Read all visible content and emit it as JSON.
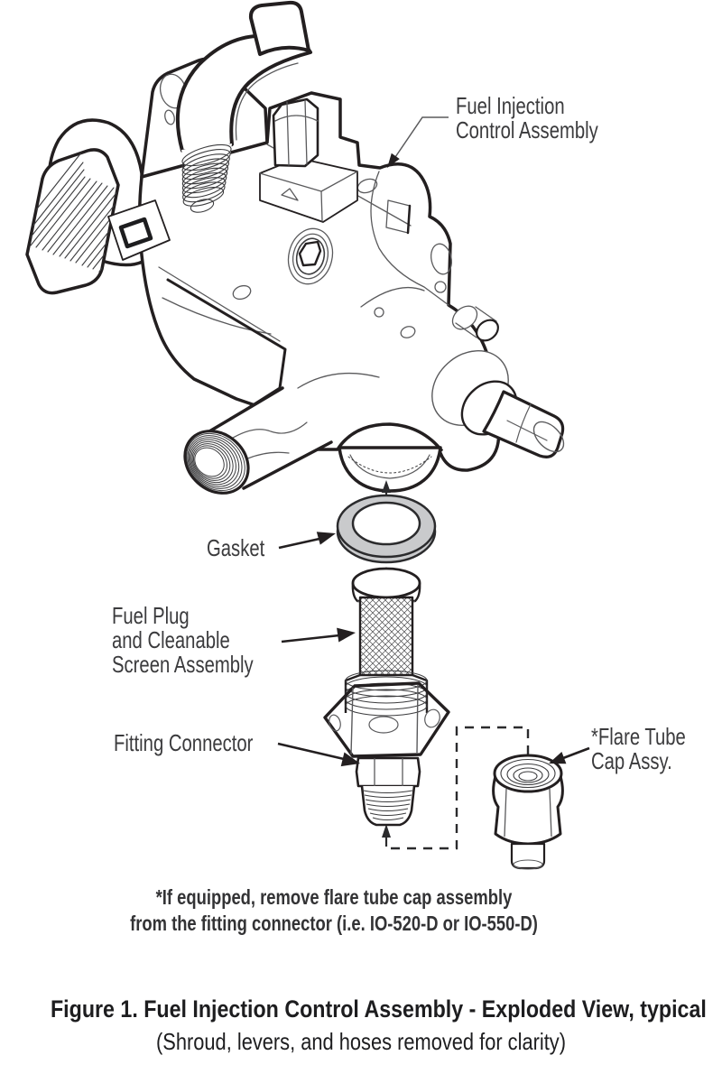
{
  "figure": {
    "labels": {
      "control_assembly": "Fuel Injection\nControl Assembly",
      "gasket": "Gasket",
      "fuel_plug_screen": "Fuel Plug\nand Cleanable\nScreen Assembly",
      "fitting_connector": "Fitting Connector",
      "flare_tube_cap": "*Flare Tube\nCap Assy."
    },
    "footnote": "*If equipped, remove flare tube cap assembly\nfrom the fitting connector (i.e. IO-520-D or IO-550-D)",
    "caption": {
      "title": "Figure 1.  Fuel Injection Control Assembly - Exploded View, typical",
      "subtitle": "(Shroud, levers, and hoses removed for clarity)"
    },
    "colors": {
      "line_art": "#231f20",
      "thin_line": "#5a5a5c",
      "gasket_fill": "#c9cacc",
      "label_text": "#3b3b3d"
    }
  }
}
